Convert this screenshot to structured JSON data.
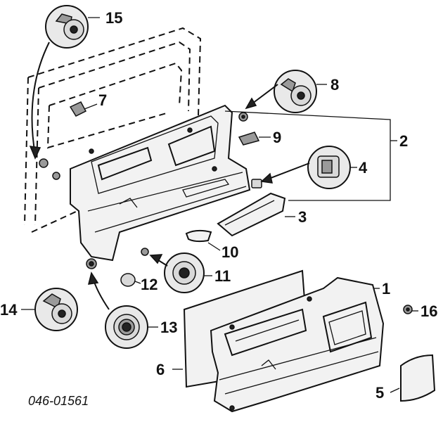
{
  "diagram_id": "046-01561",
  "callouts": [
    {
      "label": "1"
    },
    {
      "label": "2"
    },
    {
      "label": "3"
    },
    {
      "label": "4"
    },
    {
      "label": "5"
    },
    {
      "label": "6"
    },
    {
      "label": "7"
    },
    {
      "label": "8"
    },
    {
      "label": "9"
    },
    {
      "label": "10"
    },
    {
      "label": "11"
    },
    {
      "label": "12"
    },
    {
      "label": "13"
    },
    {
      "label": "14"
    },
    {
      "label": "15"
    },
    {
      "label": "16"
    }
  ]
}
